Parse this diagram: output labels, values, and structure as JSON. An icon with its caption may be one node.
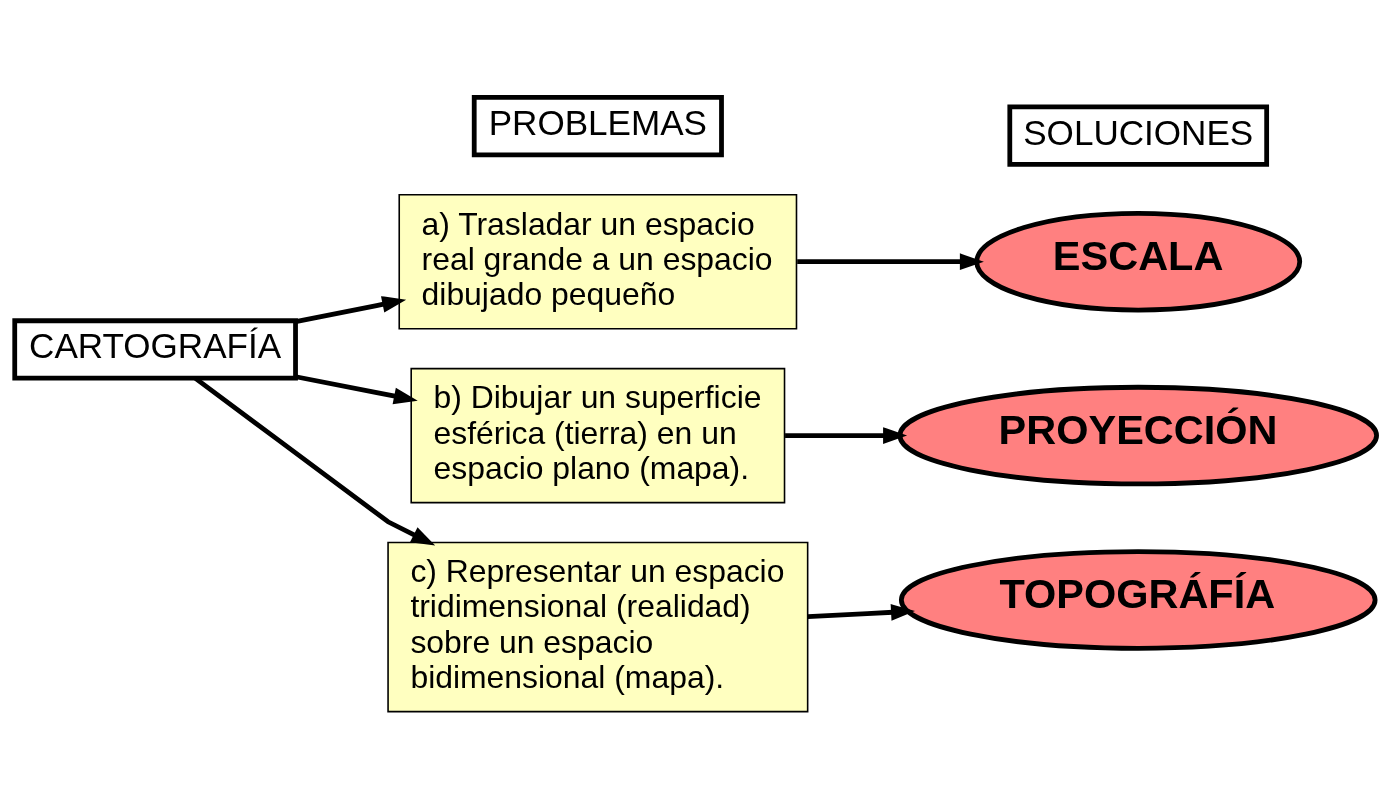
{
  "diagram": {
    "nodes": [
      {
        "text": [
          "CARTOGRAFÍA"
        ]
      },
      {
        "text": [
          "PROBLEMAS"
        ]
      },
      {
        "text": [
          "SOLUCIONES"
        ]
      },
      {
        "text": [
          "a) Trasladar un espacio real grande a un espacio dibujado pequeño"
        ]
      },
      {
        "text": [
          "b) Dibujar un superficie esférica (tierra) en un espacio plano (mapa)."
        ]
      },
      {
        "text": [
          "c) Representar un espacio tridimensional (realidad) sobre un espacio bidimensional (mapa)."
        ]
      },
      {
        "text": [
          "ESCALA"
        ]
      },
      {
        "text": [
          "PROYECCIÓN"
        ]
      },
      {
        "text": [
          "TOPOGRÁFÍA"
        ]
      }
    ],
    "edges": [
      {
        "from": 0,
        "to": 3,
        "arrow": "to"
      },
      {
        "from": 0,
        "to": 4,
        "arrow": "to"
      },
      {
        "from": 0,
        "to": 5,
        "arrow": "to"
      },
      {
        "from": 3,
        "to": 6,
        "arrow": "to"
      },
      {
        "from": 4,
        "to": 7,
        "arrow": "to"
      },
      {
        "from": 5,
        "to": 8,
        "arrow": "to"
      }
    ]
  }
}
